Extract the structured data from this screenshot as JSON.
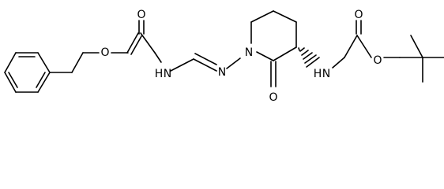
{
  "molecule": {
    "type": "chemical-structure",
    "stereo_bond": "hashed-wedge",
    "ink_color": "#000000",
    "background_color": "#ffffff",
    "atoms": {
      "carbamate_o_ester": "O",
      "carbamate_o_carbonyl": "O",
      "cbz_nh": "N",
      "imine_n": "N",
      "ring_n": "N",
      "lactam_o": "O",
      "boc_nh": "N",
      "boc_o_carbonyl": "O",
      "boc_o_ester": "O"
    },
    "h_labels": {
      "cbz_h": "H",
      "boc_h": "H"
    }
  }
}
